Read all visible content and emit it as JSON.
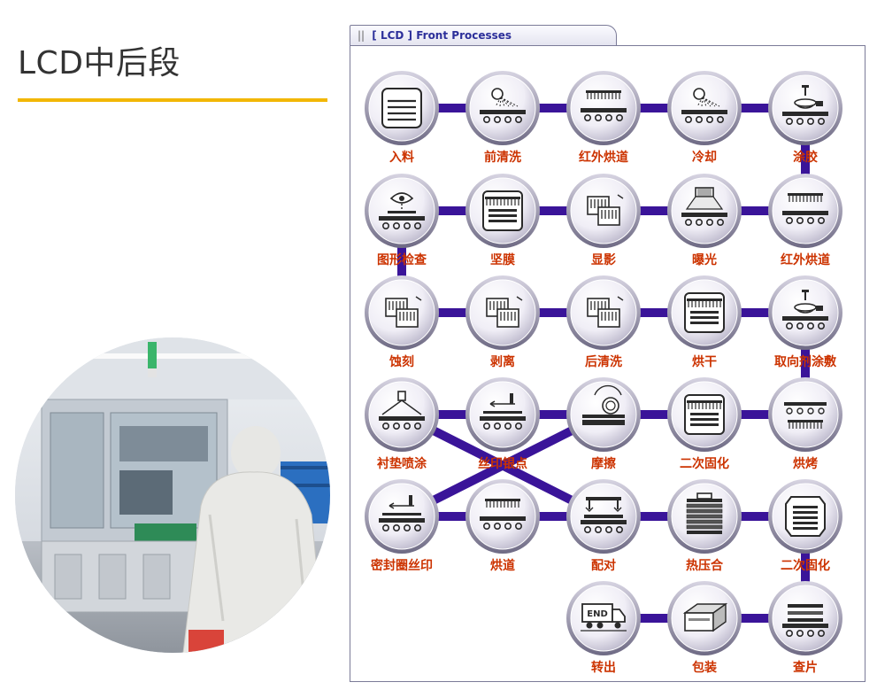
{
  "header": {
    "title": "LCD中后段",
    "accent_color": "#f2b705"
  },
  "photo": {
    "icon": "factory-worker-photo"
  },
  "panel": {
    "tab_prefix": "[ LCD ]",
    "tab_title": "Front Processes",
    "tab_color": "#2c2f9a",
    "connector_color": "#3a1499",
    "label_color": "#cc3300"
  },
  "process_steps": [
    {
      "id": "s1",
      "label": "入料",
      "icon": "tray-stack-icon"
    },
    {
      "id": "s2",
      "label": "前清洗",
      "icon": "spray-wash-icon"
    },
    {
      "id": "s3",
      "label": "红外烘道",
      "icon": "infrared-oven-icon"
    },
    {
      "id": "s4",
      "label": "冷却",
      "icon": "cooling-spray-icon"
    },
    {
      "id": "s5",
      "label": "涂胶",
      "icon": "glue-coating-icon"
    },
    {
      "id": "s6",
      "label": "图形检查",
      "icon": "pattern-inspection-icon"
    },
    {
      "id": "s7",
      "label": "坚膜",
      "icon": "hard-bake-icon"
    },
    {
      "id": "s8",
      "label": "显影",
      "icon": "develop-tank-icon"
    },
    {
      "id": "s9",
      "label": "曝光",
      "icon": "exposure-lamp-icon"
    },
    {
      "id": "s10",
      "label": "红外烘道",
      "icon": "infrared-oven-icon"
    },
    {
      "id": "s11",
      "label": "蚀刻",
      "icon": "etch-tank-icon"
    },
    {
      "id": "s12",
      "label": "剥离",
      "icon": "strip-tank-icon"
    },
    {
      "id": "s13",
      "label": "后清洗",
      "icon": "post-wash-tank-icon"
    },
    {
      "id": "s14",
      "label": "烘干",
      "icon": "drying-oven-icon"
    },
    {
      "id": "s15",
      "label": "取向剂涂敷",
      "icon": "alignment-coating-icon"
    },
    {
      "id": "s16",
      "label": "衬垫喷涂",
      "icon": "spacer-spray-icon"
    },
    {
      "id": "s17",
      "label": "丝印银点",
      "icon": "silver-dot-print-icon"
    },
    {
      "id": "s18",
      "label": "摩擦",
      "icon": "rubbing-roller-icon"
    },
    {
      "id": "s19",
      "label": "二次固化",
      "icon": "secondary-cure-icon"
    },
    {
      "id": "s20",
      "label": "烘烤",
      "icon": "baking-heater-icon"
    },
    {
      "id": "s21",
      "label": "密封圈丝印",
      "icon": "seal-print-icon"
    },
    {
      "id": "s22",
      "label": "烘道",
      "icon": "oven-tunnel-icon"
    },
    {
      "id": "s23",
      "label": "配对",
      "icon": "panel-pairing-icon"
    },
    {
      "id": "s24",
      "label": "热压合",
      "icon": "hot-press-icon"
    },
    {
      "id": "s25",
      "label": "二次固化",
      "icon": "secondary-cure-frame-icon"
    },
    {
      "id": "s26",
      "label": "转出",
      "icon": "end-truck-icon",
      "badge": "END"
    },
    {
      "id": "s27",
      "label": "包装",
      "icon": "package-box-icon"
    },
    {
      "id": "s28",
      "label": "查片",
      "icon": "panel-check-icon"
    }
  ]
}
